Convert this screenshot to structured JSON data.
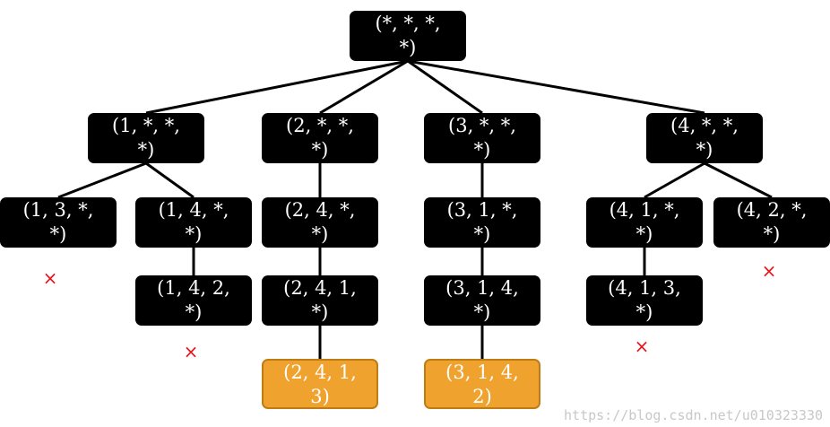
{
  "diagram": {
    "root": {
      "line1": "(*, *, *,",
      "line2": "*)"
    },
    "nodes": {
      "n1": {
        "line1": "(1, *, *,",
        "line2": "*)"
      },
      "n2": {
        "line1": "(2, *, *,",
        "line2": "*)"
      },
      "n3": {
        "line1": "(3, *, *,",
        "line2": "*)"
      },
      "n4": {
        "line1": "(4, *, *,",
        "line2": "*)"
      },
      "n13": {
        "line1": "(1, 3, *,",
        "line2": "*)"
      },
      "n14": {
        "line1": "(1, 4, *,",
        "line2": "*)"
      },
      "n24": {
        "line1": "(2, 4, *,",
        "line2": "*)"
      },
      "n31": {
        "line1": "(3, 1, *,",
        "line2": "*)"
      },
      "n41": {
        "line1": "(4, 1, *,",
        "line2": "*)"
      },
      "n42": {
        "line1": "(4, 2, *,",
        "line2": "*)"
      },
      "n142": {
        "line1": "(1, 4, 2,",
        "line2": "*)"
      },
      "n241": {
        "line1": "(2, 4, 1,",
        "line2": "*)"
      },
      "n314": {
        "line1": "(3, 1, 4,",
        "line2": "*)"
      },
      "n413": {
        "line1": "(4, 1, 3,",
        "line2": "*)"
      },
      "s2413": {
        "line1": "(2, 4, 1,",
        "line2": "3)"
      },
      "s3142": {
        "line1": "(3, 1, 4,",
        "line2": "2)"
      }
    },
    "dead_end_mark": "×",
    "colors": {
      "node": "#000000",
      "solution": "#f0a22e",
      "dead_end": "#e8141e",
      "edge": "#000000"
    }
  },
  "watermark": "https://blog.csdn.net/u010323330"
}
